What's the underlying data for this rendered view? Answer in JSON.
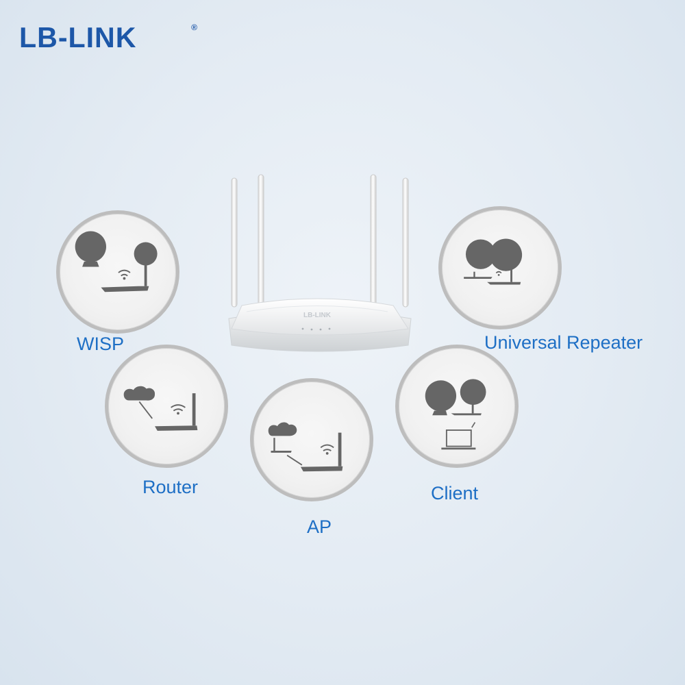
{
  "brand": {
    "logo_text": "LB-LINK",
    "registered_mark": "®",
    "router_badge": "LB-LINK",
    "color": "#1d57a8"
  },
  "modes": {
    "label_color": "#1e6fc5",
    "items": [
      {
        "label": "WISP",
        "icon": "wisp-diagram-icon"
      },
      {
        "label": "Universal Repeater",
        "icon": "universal-repeater-diagram-icon"
      },
      {
        "label": "Router",
        "icon": "router-diagram-icon"
      },
      {
        "label": "AP",
        "icon": "ap-diagram-icon"
      },
      {
        "label": "Client",
        "icon": "client-diagram-icon"
      }
    ]
  }
}
